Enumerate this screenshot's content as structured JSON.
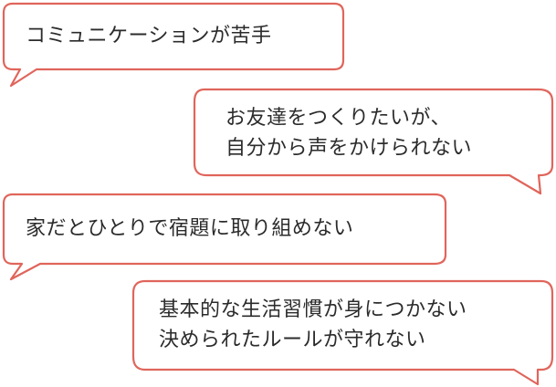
{
  "style": {
    "bubble_border": "#e0655b",
    "bubble_fill": "#ffffff",
    "text_color": "#2b2b2b"
  },
  "bubbles": [
    {
      "lines": [
        "コミュニケーションが苦手"
      ],
      "tail": "bottom-left"
    },
    {
      "lines": [
        "お友達をつくりたいが、",
        "自分から声をかけられない"
      ],
      "tail": "bottom-right"
    },
    {
      "lines": [
        "家だとひとりで宿題に取り組めない"
      ],
      "tail": "bottom-left"
    },
    {
      "lines": [
        "基本的な生活習慣が身につかない",
        "決められたルールが守れない"
      ],
      "tail": "bottom-right"
    }
  ]
}
